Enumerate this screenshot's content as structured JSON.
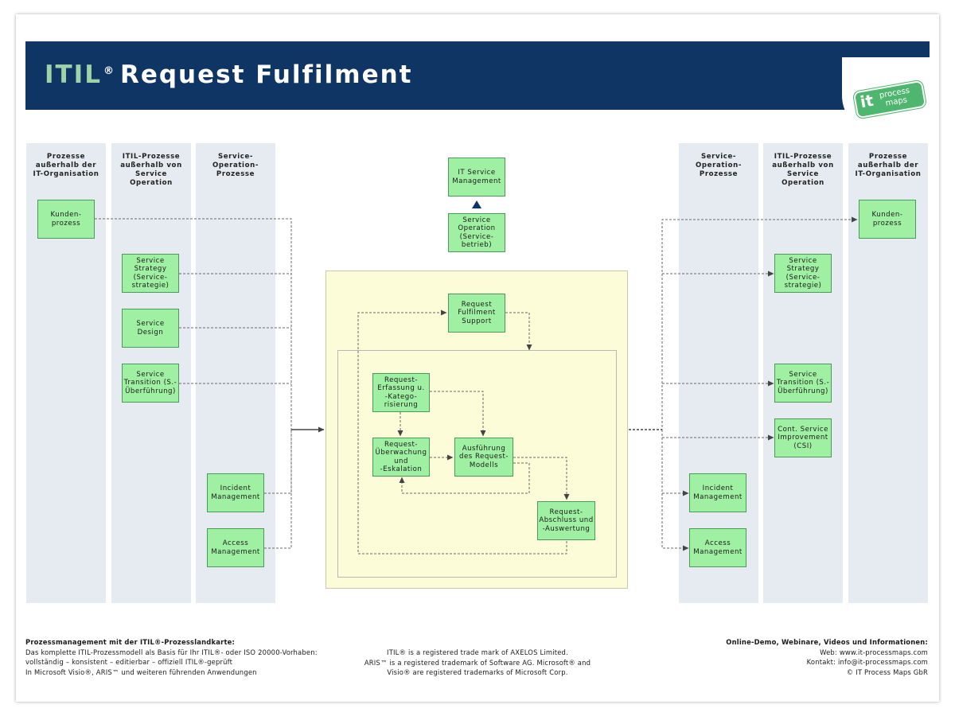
{
  "banner": {
    "title_itil": "ITIL",
    "title_reg": "®",
    "title_rest": "Request Fulfilment"
  },
  "logo": {
    "it": "it",
    "process": "process",
    "maps": "maps"
  },
  "lanes": {
    "left_outside": "Prozesse\naußerhalb der\nIT-Organisation",
    "left_itil": "ITIL-Prozesse\naußerhalb von\nService\nOperation",
    "left_so": "Service-\nOperation-\nProzesse",
    "right_so": "Service-\nOperation-\nProzesse",
    "right_itil": "ITIL-Prozesse\naußerhalb von\nService\nOperation",
    "right_outside": "Prozesse\naußerhalb der\nIT-Organisation"
  },
  "boxes": {
    "kunden_left": "Kunden-\nprozess",
    "strategy_left": "Service\nStrategy\n(Service-\nstrategie)",
    "design_left": "Service\nDesign",
    "transition_left": "Service\nTransition (S.-\nÜberführung)",
    "incident_left": "Incident\nManagement",
    "access_left": "Access\nManagement",
    "itsm": "IT Service\nManagement",
    "service_operation": "Service\nOperation\n(Service-\nbetrieb)",
    "rf_support": "Request\nFulfilment\nSupport",
    "erfassung": "Request-\nErfassung u.\n-Katego-\nrisierung",
    "ueberwachung": "Request-\nÜberwachung\nund\n-Eskalation",
    "ausfuehrung": "Ausführung\ndes Request-\nModells",
    "abschluss": "Request-\nAbschluss und\n-Auswertung",
    "kunden_right": "Kunden-\nprozess",
    "strategy_right": "Service\nStrategy\n(Service-\nstrategie)",
    "transition_right": "Service\nTransition (S.-\nÜberführung)",
    "csi_right": "Cont. Service\nImprovement\n(CSI)",
    "incident_right": "Incident\nManagement",
    "access_right": "Access\nManagement"
  },
  "footer": {
    "left_heading": "Prozessmanagement  mit der ITIL®-Prozesslandkarte:",
    "left_body": "Das komplette  ITIL-Prozessmodell als Basis für Ihr ITIL®- oder ISO 20000-Vorhaben:\nvollständig – konsistent – editierbar – offiziell ITIL®-geprüft\nIn Microsoft Visio®, ARIS™ und weiteren führenden Anwendungen",
    "center": "ITIL® is a registered trade mark of AXELOS Limited.\nARIS™ is a  registered trademark of Software AG. Microsoft® and\nVisio® are registered trademarks of Microsoft Corp.",
    "right_heading": "Online-Demo,  Webinare,  Videos und Informationen:",
    "right_body": "Web: www.it-processmaps.com\nKontakt: info@it-processmaps.com\n© IT Process Maps GbR"
  }
}
